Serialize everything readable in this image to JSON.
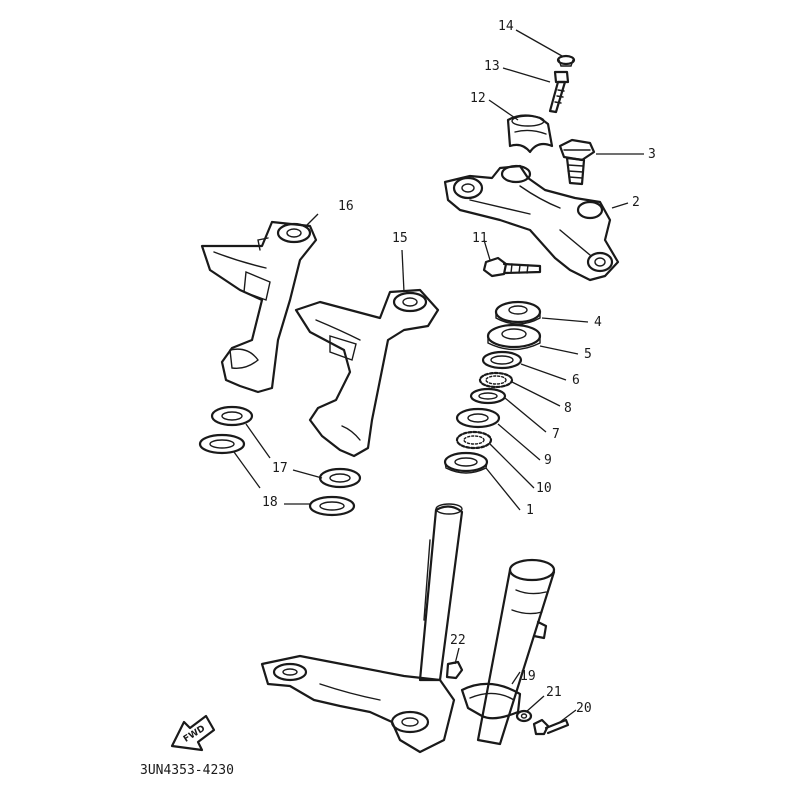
{
  "diagram": {
    "code": "3UN4353-4230",
    "direction": "FWD",
    "callouts": [
      {
        "id": "c14",
        "label": "14"
      },
      {
        "id": "c13",
        "label": "13"
      },
      {
        "id": "c12",
        "label": "12"
      },
      {
        "id": "c3",
        "label": "3"
      },
      {
        "id": "c2",
        "label": "2"
      },
      {
        "id": "c16",
        "label": "16"
      },
      {
        "id": "c15",
        "label": "15"
      },
      {
        "id": "c11",
        "label": "11"
      },
      {
        "id": "c4",
        "label": "4"
      },
      {
        "id": "c5",
        "label": "5"
      },
      {
        "id": "c6",
        "label": "6"
      },
      {
        "id": "c8",
        "label": "8"
      },
      {
        "id": "c7",
        "label": "7"
      },
      {
        "id": "c9",
        "label": "9"
      },
      {
        "id": "c10",
        "label": "10"
      },
      {
        "id": "c1",
        "label": "1"
      },
      {
        "id": "c17",
        "label": "17"
      },
      {
        "id": "c18",
        "label": "18"
      },
      {
        "id": "c22",
        "label": "22"
      },
      {
        "id": "c19",
        "label": "19"
      },
      {
        "id": "c21",
        "label": "21"
      },
      {
        "id": "c20",
        "label": "20"
      }
    ]
  }
}
